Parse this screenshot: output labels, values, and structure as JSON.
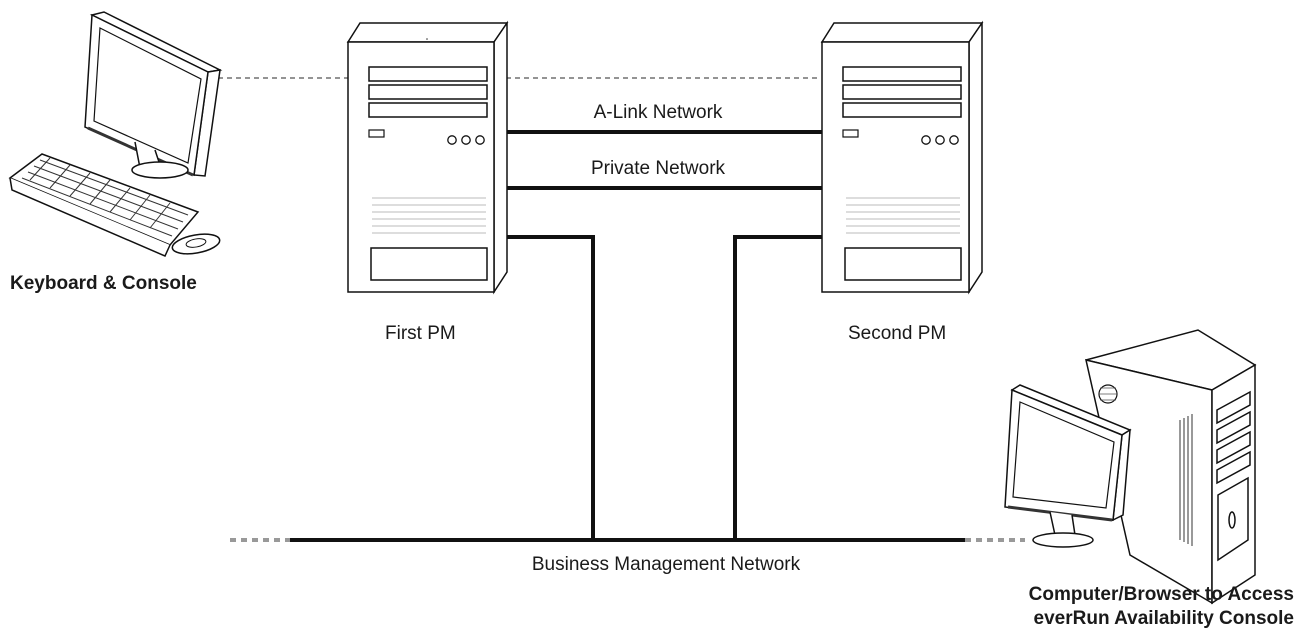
{
  "labels": {
    "keyboard_console": "Keyboard & Console",
    "first_pm": "First PM",
    "second_pm": "Second PM",
    "alink_network": "A-Link Network",
    "private_network": "Private Network",
    "business_network": "Business Management Network",
    "remote_computer_line1": "Computer/Browser to Access",
    "remote_computer_line2": "everRun Availability Console"
  },
  "icons": {
    "console": "monitor-keyboard-mouse-icon",
    "first_pm": "tower-server-icon",
    "second_pm": "tower-server-icon",
    "remote_computer": "desktop-computer-icon"
  }
}
